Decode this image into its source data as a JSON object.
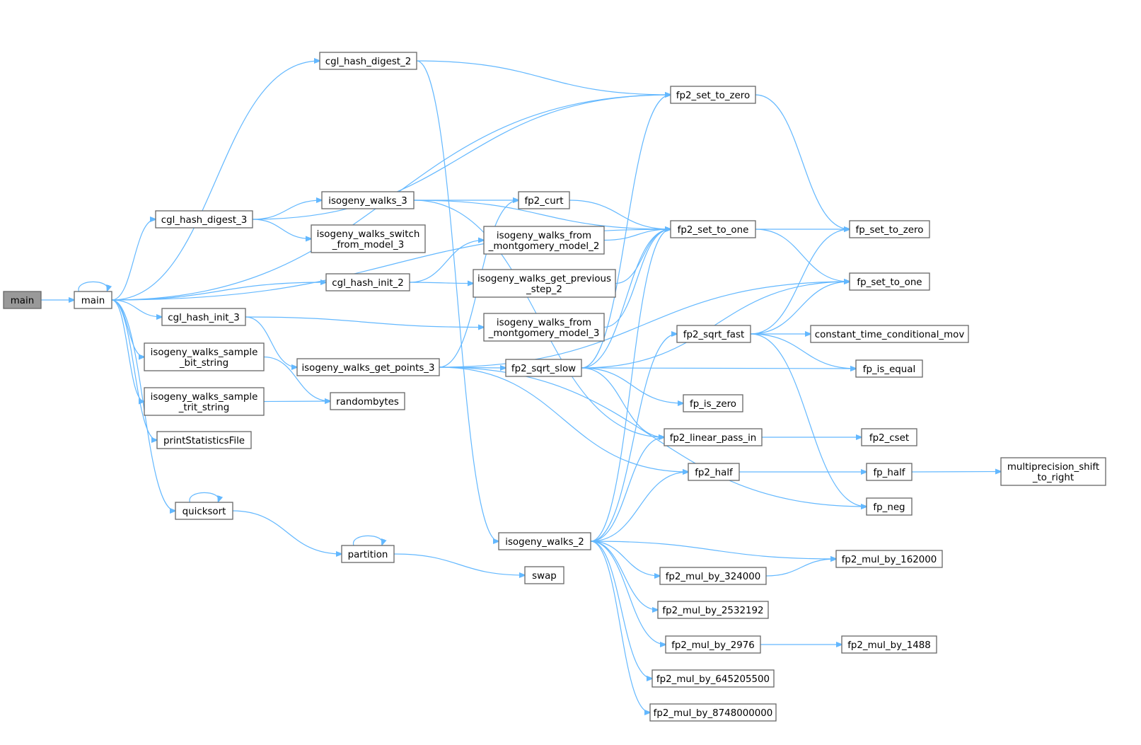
{
  "diagram": {
    "kind": "call-graph",
    "colors": {
      "edge": "#63b8ff",
      "node_border": "#666666",
      "node_fill": "#ffffff",
      "root_fill": "#999999",
      "text": "#000000"
    },
    "nodes": [
      {
        "id": "main_root",
        "lines": [
          "main"
        ],
        "root": true
      },
      {
        "id": "main",
        "lines": [
          "main"
        ]
      },
      {
        "id": "cgl_hash_digest_2",
        "lines": [
          "cgl_hash_digest_2"
        ]
      },
      {
        "id": "cgl_hash_digest_3",
        "lines": [
          "cgl_hash_digest_3"
        ]
      },
      {
        "id": "cgl_hash_init_2",
        "lines": [
          "cgl_hash_init_2"
        ]
      },
      {
        "id": "cgl_hash_init_3",
        "lines": [
          "cgl_hash_init_3"
        ]
      },
      {
        "id": "iw_sample_bit",
        "lines": [
          "isogeny_walks_sample",
          "_bit_string"
        ]
      },
      {
        "id": "iw_sample_trit",
        "lines": [
          "isogeny_walks_sample",
          "_trit_string"
        ]
      },
      {
        "id": "printStatisticsFile",
        "lines": [
          "printStatisticsFile"
        ]
      },
      {
        "id": "quicksort",
        "lines": [
          "quicksort"
        ]
      },
      {
        "id": "isogeny_walks_3",
        "lines": [
          "isogeny_walks_3"
        ]
      },
      {
        "id": "iw_switch",
        "lines": [
          "isogeny_walks_switch",
          "_from_model_3"
        ]
      },
      {
        "id": "iw_get_points_3",
        "lines": [
          "isogeny_walks_get_points_3"
        ]
      },
      {
        "id": "randombytes",
        "lines": [
          "randombytes"
        ]
      },
      {
        "id": "partition",
        "lines": [
          "partition"
        ]
      },
      {
        "id": "swap",
        "lines": [
          "swap"
        ]
      },
      {
        "id": "fp2_curt",
        "lines": [
          "fp2_curt"
        ]
      },
      {
        "id": "iw_from_mont_2",
        "lines": [
          "isogeny_walks_from",
          "_montgomery_model_2"
        ]
      },
      {
        "id": "iw_get_prev_2",
        "lines": [
          "isogeny_walks_get_previous",
          "_step_2"
        ]
      },
      {
        "id": "iw_from_mont_3",
        "lines": [
          "isogeny_walks_from",
          "_montgomery_model_3"
        ]
      },
      {
        "id": "fp2_sqrt_slow",
        "lines": [
          "fp2_sqrt_slow"
        ]
      },
      {
        "id": "isogeny_walks_2",
        "lines": [
          "isogeny_walks_2"
        ]
      },
      {
        "id": "fp2_set_to_zero",
        "lines": [
          "fp2_set_to_zero"
        ]
      },
      {
        "id": "fp2_set_to_one",
        "lines": [
          "fp2_set_to_one"
        ]
      },
      {
        "id": "fp2_sqrt_fast",
        "lines": [
          "fp2_sqrt_fast"
        ]
      },
      {
        "id": "fp_is_zero",
        "lines": [
          "fp_is_zero"
        ]
      },
      {
        "id": "fp2_linear_pass_in",
        "lines": [
          "fp2_linear_pass_in"
        ]
      },
      {
        "id": "fp2_half",
        "lines": [
          "fp2_half"
        ]
      },
      {
        "id": "fp2_mul_by_324000",
        "lines": [
          "fp2_mul_by_324000"
        ]
      },
      {
        "id": "fp2_mul_by_2532192",
        "lines": [
          "fp2_mul_by_2532192"
        ]
      },
      {
        "id": "fp2_mul_by_2976",
        "lines": [
          "fp2_mul_by_2976"
        ]
      },
      {
        "id": "fp2_mul_by_645205500",
        "lines": [
          "fp2_mul_by_645205500"
        ]
      },
      {
        "id": "fp2_mul_by_8748000000",
        "lines": [
          "fp2_mul_by_8748000000"
        ]
      },
      {
        "id": "fp_set_to_zero",
        "lines": [
          "fp_set_to_zero"
        ]
      },
      {
        "id": "fp_set_to_one",
        "lines": [
          "fp_set_to_one"
        ]
      },
      {
        "id": "ct_cond_mov",
        "lines": [
          "constant_time_conditional_mov"
        ]
      },
      {
        "id": "fp_is_equal",
        "lines": [
          "fp_is_equal"
        ]
      },
      {
        "id": "fp2_cset",
        "lines": [
          "fp2_cset"
        ]
      },
      {
        "id": "fp_half",
        "lines": [
          "fp_half"
        ]
      },
      {
        "id": "fp_neg",
        "lines": [
          "fp_neg"
        ]
      },
      {
        "id": "fp2_mul_by_162000",
        "lines": [
          "fp2_mul_by_162000"
        ]
      },
      {
        "id": "fp2_mul_by_1488",
        "lines": [
          "fp2_mul_by_1488"
        ]
      },
      {
        "id": "mp_shift_right",
        "lines": [
          "multiprecision_shift",
          "_to_right"
        ]
      }
    ],
    "edges": [
      [
        "main_root",
        "main"
      ],
      [
        "main",
        "main"
      ],
      [
        "main",
        "cgl_hash_digest_2"
      ],
      [
        "main",
        "fp2_set_to_zero"
      ],
      [
        "main",
        "fp2_set_to_one"
      ],
      [
        "main",
        "cgl_hash_digest_3"
      ],
      [
        "main",
        "cgl_hash_init_2"
      ],
      [
        "main",
        "cgl_hash_init_3"
      ],
      [
        "main",
        "iw_sample_bit"
      ],
      [
        "main",
        "iw_sample_trit"
      ],
      [
        "main",
        "printStatisticsFile"
      ],
      [
        "main",
        "quicksort"
      ],
      [
        "cgl_hash_digest_2",
        "fp2_set_to_zero"
      ],
      [
        "cgl_hash_digest_2",
        "isogeny_walks_2"
      ],
      [
        "cgl_hash_digest_3",
        "fp2_set_to_zero"
      ],
      [
        "cgl_hash_digest_3",
        "isogeny_walks_3"
      ],
      [
        "cgl_hash_digest_3",
        "iw_switch"
      ],
      [
        "cgl_hash_init_2",
        "iw_from_mont_2"
      ],
      [
        "cgl_hash_init_2",
        "iw_get_prev_2"
      ],
      [
        "cgl_hash_init_3",
        "iw_from_mont_3"
      ],
      [
        "cgl_hash_init_3",
        "iw_get_points_3"
      ],
      [
        "iw_sample_bit",
        "randombytes"
      ],
      [
        "iw_sample_trit",
        "randombytes"
      ],
      [
        "quicksort",
        "quicksort"
      ],
      [
        "quicksort",
        "partition"
      ],
      [
        "partition",
        "partition"
      ],
      [
        "partition",
        "swap"
      ],
      [
        "isogeny_walks_3",
        "fp2_curt"
      ],
      [
        "isogeny_walks_3",
        "fp2_set_to_one"
      ],
      [
        "isogeny_walks_3",
        "fp2_linear_pass_in"
      ],
      [
        "iw_get_points_3",
        "fp2_curt"
      ],
      [
        "iw_get_points_3",
        "fp2_sqrt_slow"
      ],
      [
        "iw_get_points_3",
        "fp_set_to_one"
      ],
      [
        "iw_get_points_3",
        "fp2_half"
      ],
      [
        "iw_get_points_3",
        "fp_neg"
      ],
      [
        "fp2_curt",
        "fp2_set_to_one"
      ],
      [
        "iw_from_mont_2",
        "fp2_set_to_one"
      ],
      [
        "iw_get_prev_2",
        "fp2_set_to_one"
      ],
      [
        "iw_from_mont_3",
        "fp2_set_to_one"
      ],
      [
        "fp2_sqrt_slow",
        "fp2_set_to_zero"
      ],
      [
        "fp2_sqrt_slow",
        "fp2_set_to_one"
      ],
      [
        "fp2_sqrt_slow",
        "fp_set_to_one"
      ],
      [
        "fp2_sqrt_slow",
        "fp_is_equal"
      ],
      [
        "fp2_sqrt_slow",
        "fp_is_zero"
      ],
      [
        "fp2_sqrt_slow",
        "fp2_linear_pass_in"
      ],
      [
        "isogeny_walks_2",
        "fp2_set_to_one"
      ],
      [
        "isogeny_walks_2",
        "fp2_sqrt_fast"
      ],
      [
        "isogeny_walks_2",
        "fp2_linear_pass_in"
      ],
      [
        "isogeny_walks_2",
        "fp2_half"
      ],
      [
        "isogeny_walks_2",
        "fp2_mul_by_162000"
      ],
      [
        "isogeny_walks_2",
        "fp2_mul_by_324000"
      ],
      [
        "isogeny_walks_2",
        "fp2_mul_by_2532192"
      ],
      [
        "isogeny_walks_2",
        "fp2_mul_by_2976"
      ],
      [
        "isogeny_walks_2",
        "fp2_mul_by_645205500"
      ],
      [
        "isogeny_walks_2",
        "fp2_mul_by_8748000000"
      ],
      [
        "fp2_set_to_zero",
        "fp_set_to_zero"
      ],
      [
        "fp2_set_to_one",
        "fp_set_to_zero"
      ],
      [
        "fp2_set_to_one",
        "fp_set_to_one"
      ],
      [
        "fp2_sqrt_fast",
        "fp_set_to_zero"
      ],
      [
        "fp2_sqrt_fast",
        "fp_set_to_one"
      ],
      [
        "fp2_sqrt_fast",
        "ct_cond_mov"
      ],
      [
        "fp2_sqrt_fast",
        "fp_is_equal"
      ],
      [
        "fp2_sqrt_fast",
        "fp_neg"
      ],
      [
        "fp2_linear_pass_in",
        "fp2_cset"
      ],
      [
        "fp2_half",
        "fp_half"
      ],
      [
        "fp_half",
        "mp_shift_right"
      ],
      [
        "fp2_mul_by_324000",
        "fp2_mul_by_162000"
      ],
      [
        "fp2_mul_by_2976",
        "fp2_mul_by_1488"
      ]
    ]
  }
}
